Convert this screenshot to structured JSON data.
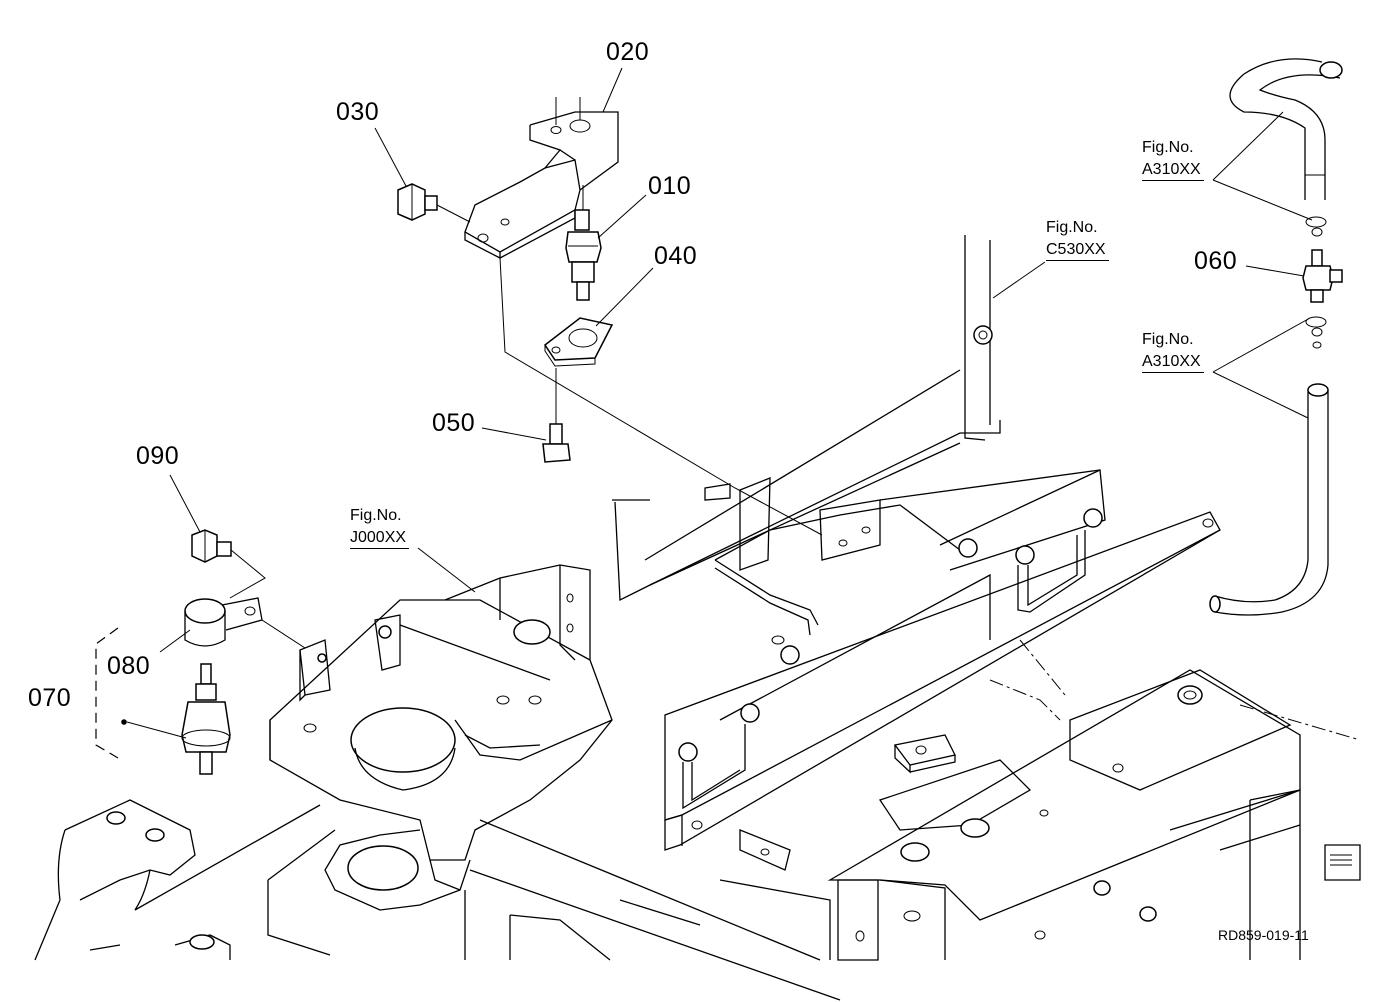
{
  "parts": {
    "p010": "010",
    "p020": "020",
    "p030": "030",
    "p040": "040",
    "p050": "050",
    "p060": "060",
    "p070": "070",
    "p080": "080",
    "p090": "090"
  },
  "figure_refs": {
    "ref_a310_top": {
      "title": "Fig.No.",
      "number": "A310XX"
    },
    "ref_c530": {
      "title": "Fig.No.",
      "number": "C530XX"
    },
    "ref_a310_bottom": {
      "title": "Fig.No.",
      "number": "A310XX"
    },
    "ref_j000": {
      "title": "Fig.No.",
      "number": "J000XX"
    }
  },
  "drawing_code": "RD859-019-11"
}
